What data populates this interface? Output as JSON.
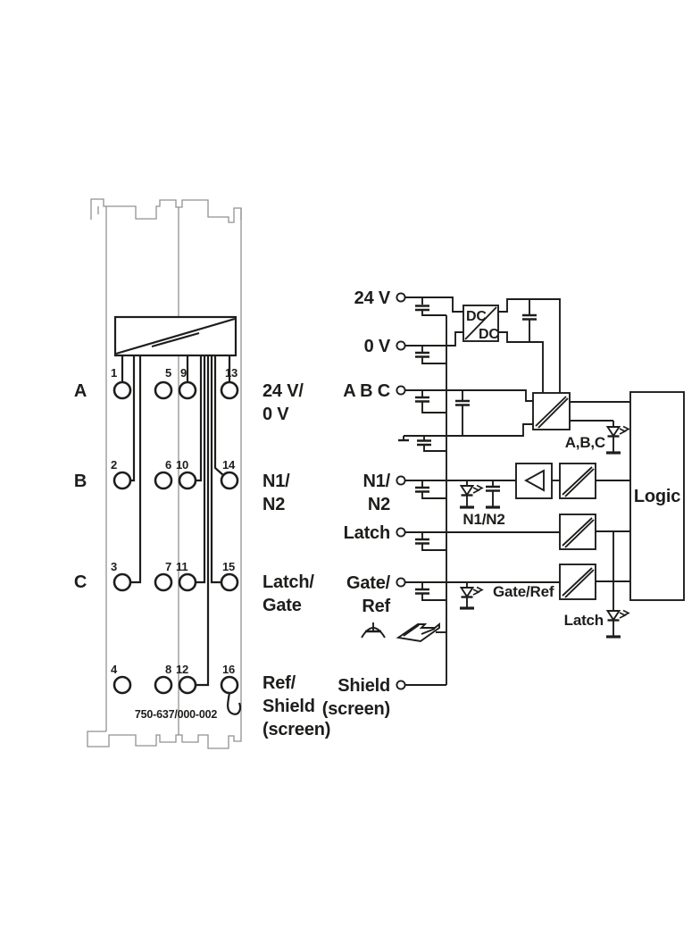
{
  "module": {
    "row_a": "A",
    "row_b": "B",
    "row_c": "C",
    "t1": "1",
    "t2": "2",
    "t3": "3",
    "t4": "4",
    "t5": "5",
    "t6": "6",
    "t7": "7",
    "t8": "8",
    "t9": "9",
    "t10": "10",
    "t11": "11",
    "t12": "12",
    "t13": "13",
    "t14": "14",
    "t15": "15",
    "t16": "16",
    "lbl1a": "24 V/",
    "lbl1b": "0 V",
    "lbl2a": "N1/",
    "lbl2b": "N2",
    "lbl3a": "Latch/",
    "lbl3b": "Gate",
    "lbl4a": "Ref/",
    "lbl4b": "Shield",
    "lbl4c": "(screen)",
    "part": "750-637/000-002"
  },
  "schematic": {
    "t24": "24 V",
    "t0": "0 V",
    "tabc": "A B C",
    "tn1": "N1/",
    "tn2": "N2",
    "tlatch": "Latch",
    "tgate": "Gate/",
    "tref": "Ref",
    "tshield": "Shield",
    "tscreen": "(screen)",
    "dc1": "DC",
    "dc2": "DC",
    "led_abc": "A,B,C",
    "led_n1n2": "N1/N2",
    "led_gateref": "Gate/Ref",
    "led_latch": "Latch",
    "logic": "Logic"
  },
  "colors": {
    "line": "#1d1d1b",
    "outline": "#919191",
    "background": "#ffffff"
  }
}
